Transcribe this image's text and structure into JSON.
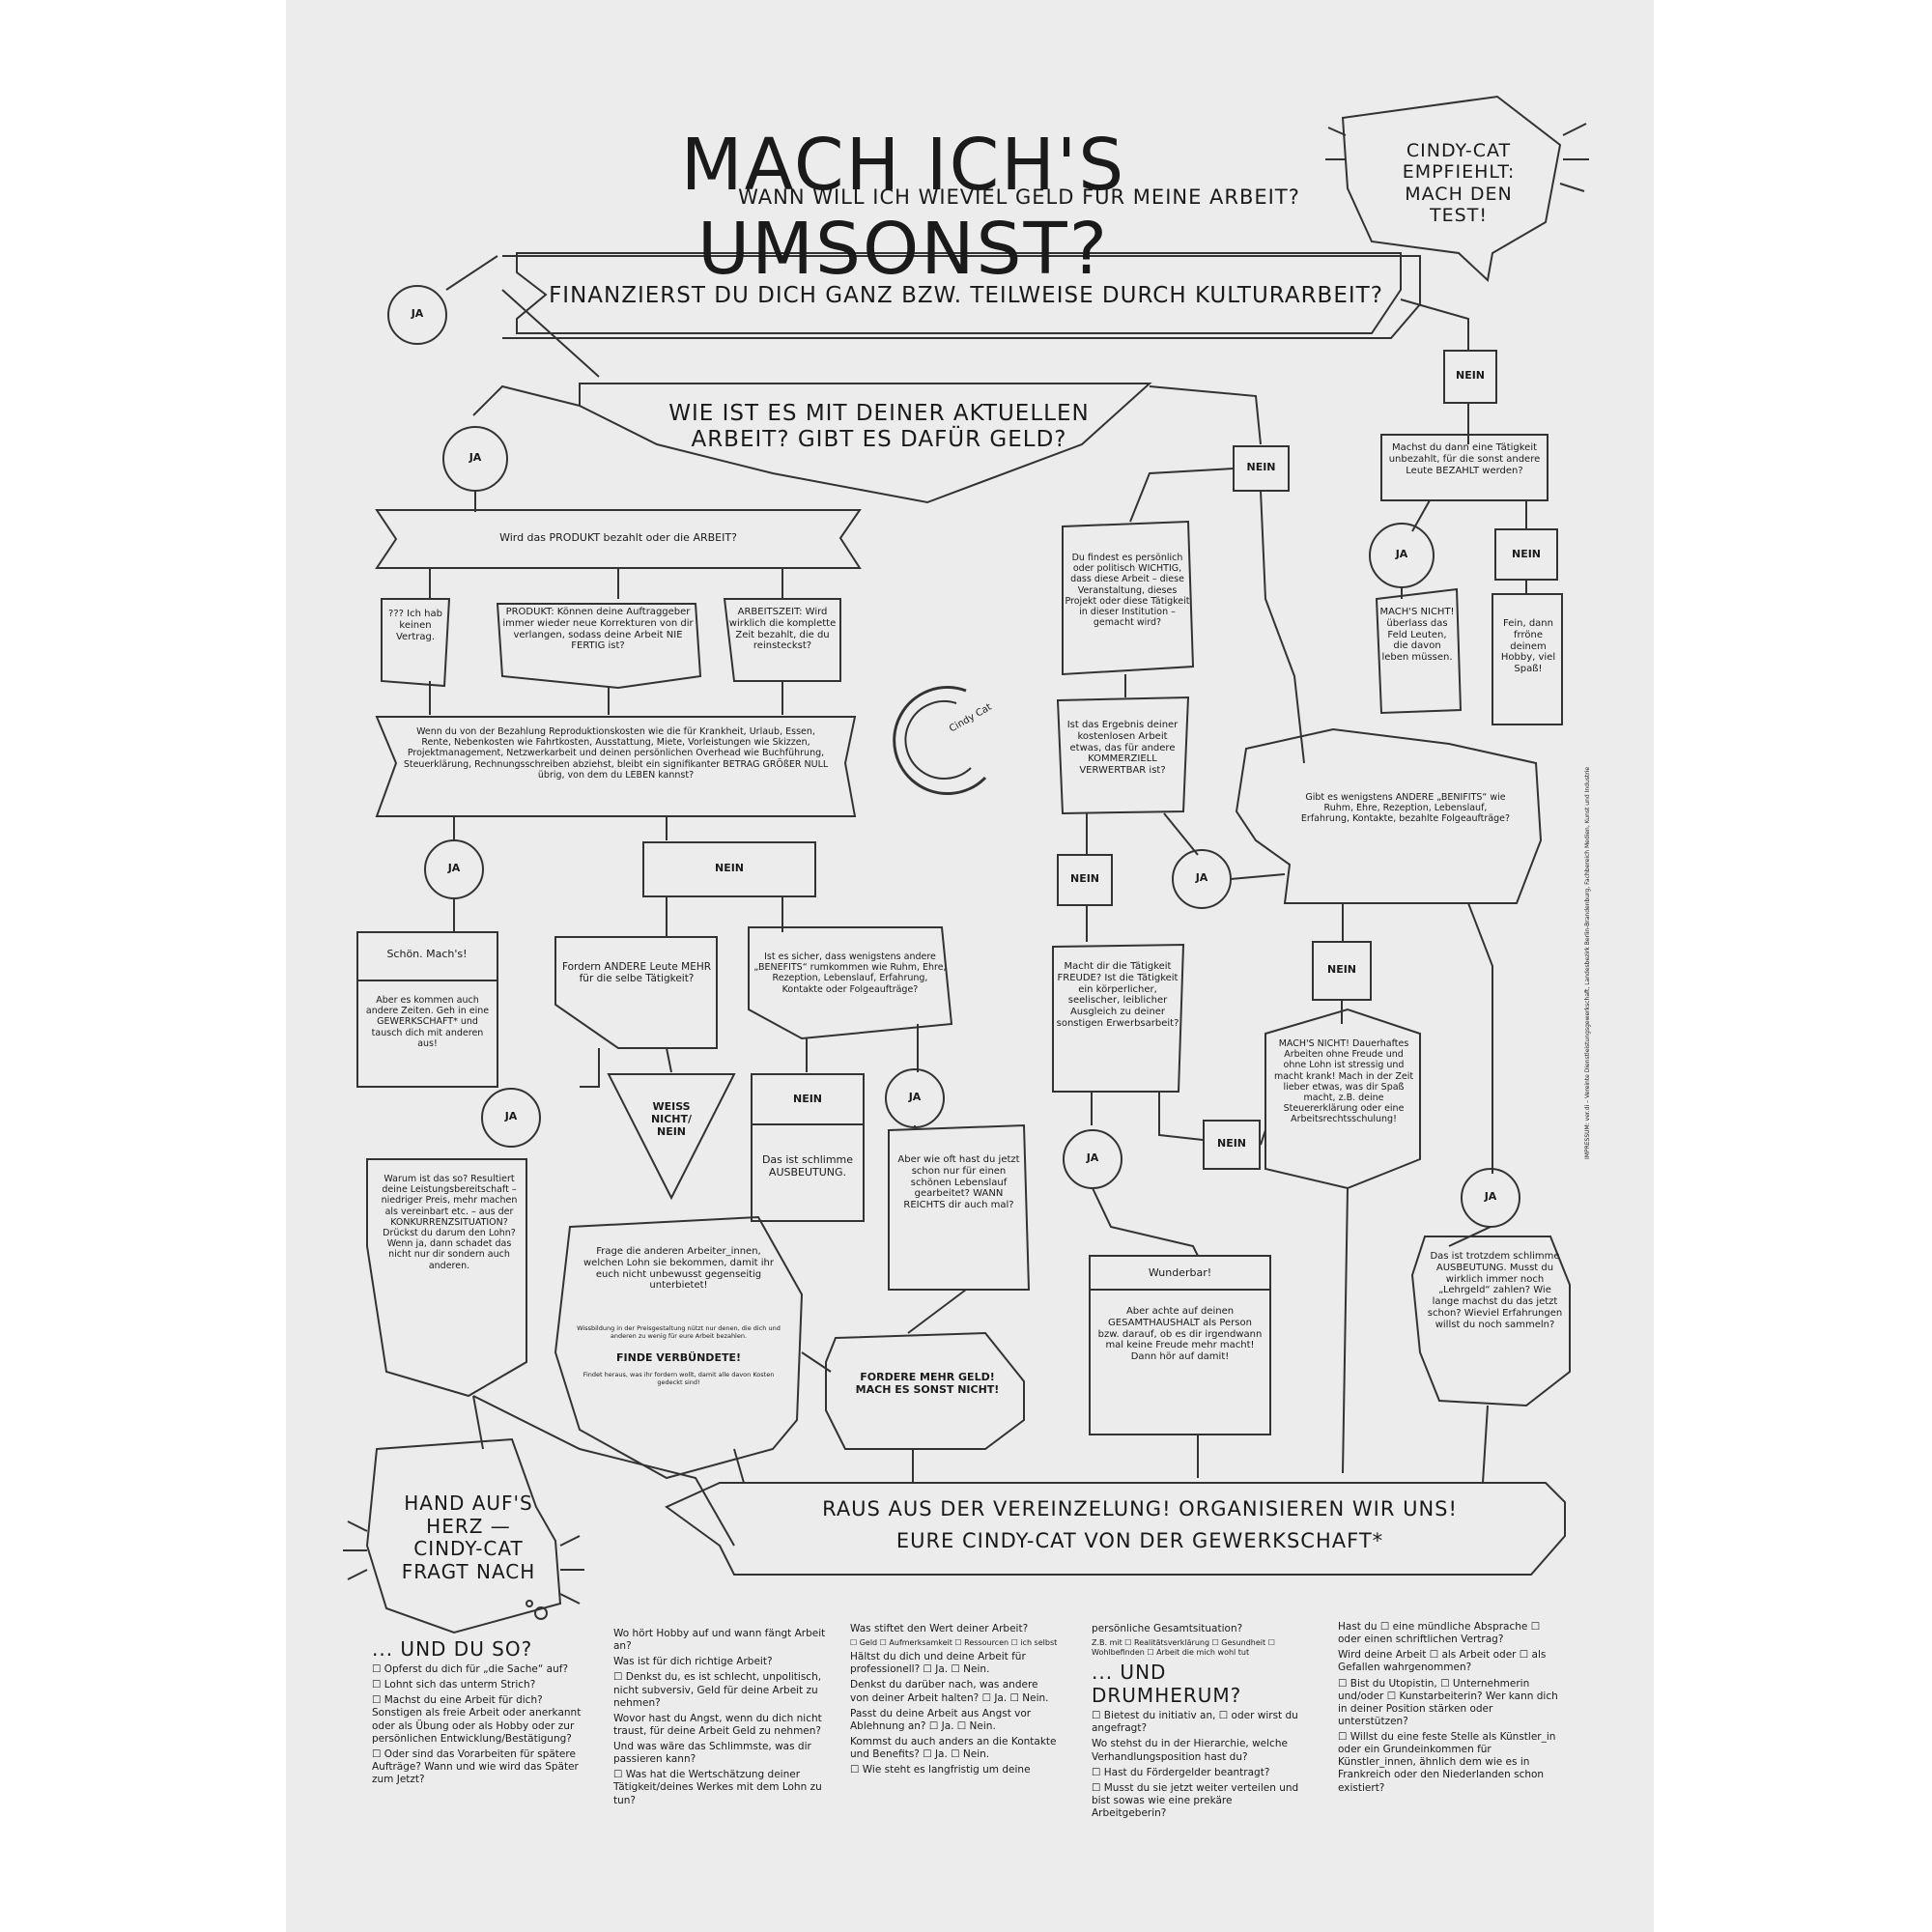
{
  "title": "MACH ICH'S UMSONST?",
  "subtitle": "WANN WILL ICH WIEVIEL GELD FÜR MEINE ARBEIT?",
  "cat_bubble_top": "CINDY-CAT EMPFIEHLT: MACH DEN TEST!",
  "q_finanzierst": "FINANZIERST DU DICH GANZ BZW. TEILWEISE DURCH KULTURARBEIT?",
  "q_aktuell": "WIE IST ES MIT DEINER AKTUELLEN ARBEIT? GIBT ES DAFÜR GELD?",
  "ja": "JA",
  "nein": "NEIN",
  "q_unbezahlt": "Machst du dann eine Tätigkeit unbezahlt, für die sonst andere Leute BEZAHLT werden?",
  "machs_nicht_feld": "MACH'S NICHT! überlass das Feld Leuten, die davon leben müssen.",
  "fein_hobby": "Fein, dann frröne deinem Hobby, viel Spaß!",
  "q_produkt_arbeit": "Wird das PRODUKT bezahlt oder die ARBEIT?",
  "kein_vertrag": "??? Ich hab keinen Vertrag.",
  "produkt": "PRODUKT: Können deine Auftraggeber immer wieder neue Korrekturen von dir verlangen, sodass deine Arbeit NIE FERTIG ist?",
  "arbeitszeit": "ARBEITSZEIT: Wird wirklich die komplette Zeit bezahlt, die du reinsteckst?",
  "betrag": "Wenn du von der Bezahlung Reproduktionskosten wie die für Krankheit, Urlaub, Essen, Rente, Nebenkosten wie Fahrtkosten, Ausstattung, Miete, Vorleistungen wie Skizzen, Projektmanagement, Netzwerkarbeit und deinen persönlichen Overhead wie Buchführung, Steuerklärung, Rechnungsschreiben abziehst, bleibt ein signifikanter BETRAG GRÖßER NULL übrig, von dem du LEBEN kannst?",
  "schoen": "Schön. Mach's!",
  "gewerkschaft_tip": "Aber es kommen auch andere Zeiten. Geh in eine GEWERKSCHAFT* und tausch dich mit anderen aus!",
  "q_andere_mehr": "Fordern ANDERE Leute MEHR für die selbe Tätigkeit?",
  "q_benefits_sicher": "Ist es sicher, dass wenigstens andere „BENEFITS“ rumkommen wie Ruhm, Ehre, Rezeption, Lebenslauf, Erfahrung, Kontakte oder Folgeaufträge?",
  "weiss_nicht": "WEISS NICHT/ NEIN",
  "ausbeutung": "Das ist schlimme AUSBEUTUNG.",
  "lebenslauf": "Aber wie oft hast du jetzt schon nur für einen schönen Lebenslauf gearbeitet? WANN REICHTS dir auch mal?",
  "warum": "Warum ist das so? Resultiert deine Leistungsbereitschaft – niedriger Preis, mehr machen als vereinbart etc. – aus der KONKURRENZSITUATION? Drückst du darum den Lohn? Wenn ja, dann schadet das nicht nur dir sondern auch anderen.",
  "frage_arbeiter": "Frage die anderen Arbeiter_innen, welchen Lohn sie bekommen, damit ihr euch nicht unbewusst gegenseitig unterbietet!",
  "transparenz": "Wissbildung in der Preisgestaltung nützt nur denen, die dich und anderen zu wenig für eure Arbeit bezahlen.",
  "verbuendete": "FINDE VERBÜNDETE!",
  "verbuendete_sub": "Findet heraus, was ihr fordern wollt, damit alle davon Kosten gedeckt sind!",
  "fordere": "FORDERE MEHR GELD! MACH ES SONST NICHT!",
  "wichtig": "Du findest es persönlich oder politisch WICHTIG, dass diese Arbeit – diese Veranstaltung, dieses Projekt oder diese Tätigkeit in dieser Institution – gemacht wird?",
  "kommerziell": "Ist das Ergebnis deiner kostenlosen Arbeit etwas, das für andere KOMMERZIELL VERWERTBAR ist?",
  "benefits_andere": "Gibt es wenigstens ANDERE „BENIFITS“ wie Ruhm, Ehre, Rezeption, Lebenslauf, Erfahrung, Kontakte, bezahlte Folgeaufträge?",
  "freude": "Macht dir die Tätigkeit FREUDE? Ist die Tätigkeit ein körperlicher, seelischer, leiblicher Ausgleich zu deiner sonstigen Erwerbsarbeit?",
  "machs_nicht_stressig": "MACH'S NICHT! Dauerhaftes Arbeiten ohne Freude und ohne Lohn ist stressig und macht krank! Mach in der Zeit lieber etwas, was dir Spaß macht, z.B. deine Steuererklärung oder eine Arbeitsrechtsschulung!",
  "wunderbar": "Wunderbar!",
  "gesamthaushalt": "Aber achte auf deinen GESAMTHAUSHALT als Person bzw. darauf, ob es dir irgendwann mal keine Freude mehr macht! Dann hör auf damit!",
  "trotzdem": "Das ist trotzdem schlimme AUSBEUTUNG. Musst du wirklich immer noch „Lehrgeld“ zahlen? Wie lange machst du das jetzt schon? Wieviel Erfahrungen willst du noch sammeln?",
  "raus": "RAUS AUS DER VEREINZELUNG! ORGANISIEREN WIR UNS!",
  "raus2": "EURE CINDY-CAT VON DER GEWERKSCHAFT*",
  "cat_bubble_bottom": "HAND AUF'S HERZ — CINDY-CAT FRAGT NACH",
  "logo": "Cindy Cat",
  "credits": "IMPRESSUM: ver.di – Vereinte Dienstleistungsgewerkschaft, Landesbezirk Berlin-Brandenburg, Fachbereich Medien, Kunst und Industrie",
  "q_col1_head": "... UND DU SO?",
  "q_col1": [
    "☐ Opferst du dich für „die Sache“ auf?",
    "☐ Lohnt sich das unterm Strich?",
    "☐ Machst du eine Arbeit für dich? Sonstigen als freie Arbeit oder anerkannt oder als Übung oder als Hobby oder zur persönlichen Entwicklung/Bestätigung?",
    "☐ Oder sind das Vorarbeiten für spätere Aufträge? Wann und wie wird das Später zum Jetzt?"
  ],
  "q_col2": [
    "Wo hört Hobby auf und wann fängt Arbeit an?",
    "Was ist für dich richtige Arbeit?",
    "☐ Denkst du, es ist schlecht, unpolitisch, nicht subversiv, Geld für deine Arbeit zu nehmen?",
    "Wovor hast du Angst, wenn du dich nicht traust, für deine Arbeit Geld zu nehmen?",
    "Und was wäre das Schlimmste, was dir passieren kann?",
    "☐ Was hat die Wertschätzung deiner Tätigkeit/deines Werkes mit dem Lohn zu tun?"
  ],
  "q_col3": [
    "Was stiftet den Wert deiner Arbeit?",
    "☐ Geld ☐ Aufmerksamkeit ☐ Ressourcen ☐ ich selbst",
    "Hältst du dich und deine Arbeit für professionell? ☐ Ja. ☐ Nein.",
    "Denkst du darüber nach, was andere von deiner Arbeit halten? ☐ Ja. ☐ Nein.",
    "Passt du deine Arbeit aus Angst vor Ablehnung an? ☐ Ja. ☐ Nein.",
    "Kommst du auch anders an die Kontakte und Benefits? ☐ Ja. ☐ Nein.",
    "☐ Wie steht es langfristig um deine"
  ],
  "q_col4_pre": "persönliche Gesamtsituation?",
  "q_col4_pre2": "Z.B. mit ☐ Realitätsverklärung ☐ Gesundheit ☐ Wohlbefinden ☐ Arbeit die mich wohl tut",
  "q_col4_head": "... UND DRUMHERUM?",
  "q_col4": [
    "☐ Bietest du initiativ an, ☐ oder wirst du angefragt?",
    "Wo stehst du in der Hierarchie, welche Verhandlungsposition hast du?",
    "☐ Hast du Fördergelder beantragt?",
    "☐ Musst du sie jetzt weiter verteilen und bist sowas wie eine prekäre Arbeitgeberin?"
  ],
  "q_col5": [
    "Hast du ☐ eine mündliche Absprache ☐ oder einen schriftlichen Vertrag?",
    "Wird deine Arbeit ☐ als Arbeit oder ☐ als Gefallen wahrgenommen?",
    "☐ Bist du Utopistin, ☐ Unternehmerin und/oder ☐ Kunstarbeiterin? Wer kann dich in deiner Position stärken oder unterstützen?",
    "☐ Willst du eine feste Stelle als Künstler_in oder ein Grundeinkommen für Künstler_innen, ähnlich dem wie es in Frankreich oder den Niederlanden schon existiert?"
  ]
}
